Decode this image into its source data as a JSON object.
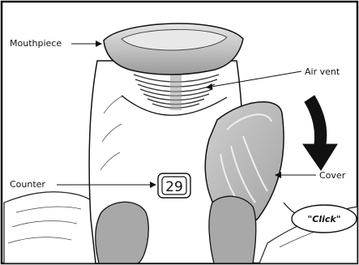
{
  "diagram": {
    "labels": {
      "mouthpiece": "Mouthpiece",
      "air_vent": "Air vent",
      "counter": "Counter",
      "cover": "Cover"
    },
    "counter_value": "29",
    "click_text": "\"Click\""
  },
  "colors": {
    "border": "#111111",
    "body_fill": "#ffffff",
    "mouthpiece_fill": "#c8c8c8",
    "cover_fill": "#b9b9b9",
    "thumb_fill": "#a8a8a8",
    "rotation_arrow": "#111111"
  }
}
